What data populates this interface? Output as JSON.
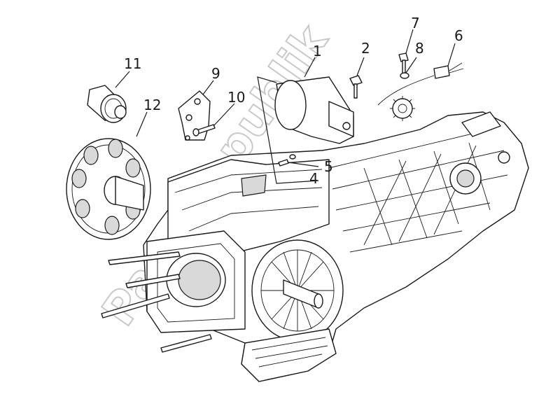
{
  "diagram": {
    "callouts": [
      {
        "id": "1",
        "text": "1"
      },
      {
        "id": "2",
        "text": "2"
      },
      {
        "id": "4",
        "text": "4"
      },
      {
        "id": "5",
        "text": "5"
      },
      {
        "id": "6",
        "text": "6"
      },
      {
        "id": "7",
        "text": "7"
      },
      {
        "id": "8",
        "text": "8"
      },
      {
        "id": "9",
        "text": "9"
      },
      {
        "id": "10",
        "text": "10"
      },
      {
        "id": "11",
        "text": "11"
      },
      {
        "id": "12",
        "text": "12"
      }
    ],
    "watermark": "PartsRepublik",
    "icons": [
      "gear-icon"
    ]
  }
}
